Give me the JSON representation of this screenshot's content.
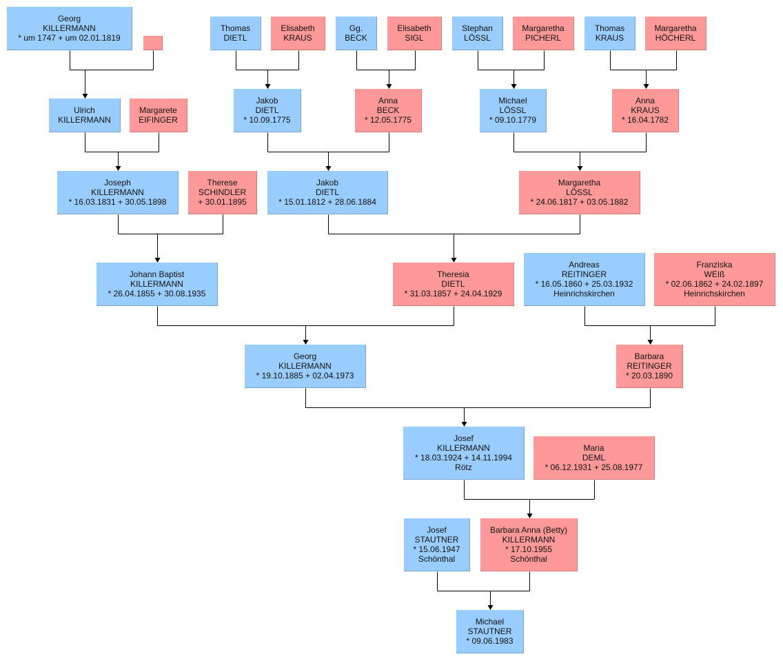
{
  "colors": {
    "male": "#99ccff",
    "female": "#ff9999",
    "line": "#000000"
  },
  "people": {
    "georg_1747": {
      "gender": "male",
      "lines": [
        "Georg",
        "KILLERMANN",
        "* um 1747  + um 02.01.1819"
      ]
    },
    "unknown_wife": {
      "gender": "female",
      "lines": []
    },
    "thomas_dietl": {
      "gender": "male",
      "lines": [
        "Thomas",
        "DIETL"
      ]
    },
    "elisabeth_kraus": {
      "gender": "female",
      "lines": [
        "Elisabeth",
        "KRAUS"
      ]
    },
    "gg_beck": {
      "gender": "male",
      "lines": [
        "Gg.",
        "BECK"
      ]
    },
    "elisabeth_sigl": {
      "gender": "female",
      "lines": [
        "Elisabeth",
        "SIGL"
      ]
    },
    "stephan_loessl": {
      "gender": "male",
      "lines": [
        "Stephan",
        "LÖSSL"
      ]
    },
    "margaretha_picherl": {
      "gender": "female",
      "lines": [
        "Margaretha",
        "PICHERL"
      ]
    },
    "thomas_kraus": {
      "gender": "male",
      "lines": [
        "Thomas",
        "KRAUS"
      ]
    },
    "margaretha_hoecherl": {
      "gender": "female",
      "lines": [
        "Margaretha",
        "HÖCHERL"
      ]
    },
    "ulrich_killermann": {
      "gender": "male",
      "lines": [
        "Ulrich",
        "KILLERMANN"
      ]
    },
    "margarete_eifinger": {
      "gender": "female",
      "lines": [
        "Margarete",
        "EIFINGER"
      ]
    },
    "jakob_dietl_1775": {
      "gender": "male",
      "lines": [
        "Jakob",
        "DIETL",
        "* 10.09.1775"
      ]
    },
    "anna_beck": {
      "gender": "female",
      "lines": [
        "Anna",
        "BECK",
        "* 12.05.1775"
      ]
    },
    "michael_loessl": {
      "gender": "male",
      "lines": [
        "Michael",
        "LÖSSL",
        "* 09.10.1779"
      ]
    },
    "anna_kraus": {
      "gender": "female",
      "lines": [
        "Anna",
        "KRAUS",
        "* 16.04.1782"
      ]
    },
    "joseph_killermann": {
      "gender": "male",
      "lines": [
        "Joseph",
        "KILLERMANN",
        "* 16.03.1831  + 30.05.1898"
      ]
    },
    "therese_schindler": {
      "gender": "female",
      "lines": [
        "Therese",
        "SCHINDLER",
        "+ 30.01.1895"
      ]
    },
    "jakob_dietl_1812": {
      "gender": "male",
      "lines": [
        "Jakob",
        "DIETL",
        "* 15.01.1812  + 28.06.1884"
      ]
    },
    "margaretha_loessl": {
      "gender": "female",
      "lines": [
        "Margaretha",
        "LÖSSL",
        "* 24.06.1817  + 03.05.1882"
      ]
    },
    "johann_baptist": {
      "gender": "male",
      "lines": [
        "Johann Baptist",
        "KILLERMANN",
        "* 26.04.1855  + 30.08.1935"
      ]
    },
    "theresia_dietl": {
      "gender": "female",
      "lines": [
        "Theresia",
        "DIETL",
        "* 31.03.1857  + 24.04.1929"
      ]
    },
    "andreas_reitinger": {
      "gender": "male",
      "lines": [
        "Andreas",
        "REITINGER",
        "* 16.05.1860  + 25.03.1932",
        "Heinrichskirchen"
      ]
    },
    "franziska_weiss": {
      "gender": "female",
      "lines": [
        "Franziska",
        "WEIß",
        "* 02.06.1862  + 24.02.1897",
        "Heinrichskirchen"
      ]
    },
    "georg_1885": {
      "gender": "male",
      "lines": [
        "Georg",
        "KILLERMANN",
        "* 19.10.1885  + 02.04.1973"
      ]
    },
    "barbara_reitinger": {
      "gender": "female",
      "lines": [
        "Barbara",
        "REITINGER",
        "* 20.03.1890"
      ]
    },
    "josef_killermann": {
      "gender": "male",
      "lines": [
        "Josef",
        "KILLERMANN",
        "* 18.03.1924  + 14.11.1994",
        "Rötz"
      ]
    },
    "maria_deml": {
      "gender": "female",
      "lines": [
        "Maria",
        "DEML",
        "* 06.12.1931  + 25.08.1977"
      ]
    },
    "josef_stautner": {
      "gender": "male",
      "lines": [
        "Josef",
        "STAUTNER",
        "* 15.06.1947",
        "Schönthal"
      ]
    },
    "barbara_anna": {
      "gender": "female",
      "lines": [
        "Barbara Anna (Betty)",
        "KILLERMANN",
        "* 17.10.1955",
        "Schönthal"
      ]
    },
    "michael_stautner": {
      "gender": "male",
      "lines": [
        "Michael",
        "STAUTNER",
        "* 09.06.1983"
      ]
    }
  },
  "families": [
    {
      "father": "georg_1747",
      "mother": "unknown_wife",
      "child": "ulrich_killermann"
    },
    {
      "father": "thomas_dietl",
      "mother": "elisabeth_kraus",
      "child": "jakob_dietl_1775"
    },
    {
      "father": "gg_beck",
      "mother": "elisabeth_sigl",
      "child": "anna_beck"
    },
    {
      "father": "stephan_loessl",
      "mother": "margaretha_picherl",
      "child": "michael_loessl"
    },
    {
      "father": "thomas_kraus",
      "mother": "margaretha_hoecherl",
      "child": "anna_kraus"
    },
    {
      "father": "ulrich_killermann",
      "mother": "margarete_eifinger",
      "child": "joseph_killermann"
    },
    {
      "father": "jakob_dietl_1775",
      "mother": "anna_beck",
      "child": "jakob_dietl_1812"
    },
    {
      "father": "michael_loessl",
      "mother": "anna_kraus",
      "child": "margaretha_loessl"
    },
    {
      "father": "joseph_killermann",
      "mother": "therese_schindler",
      "child": "johann_baptist"
    },
    {
      "father": "jakob_dietl_1812",
      "mother": "margaretha_loessl",
      "child": "theresia_dietl"
    },
    {
      "father": "johann_baptist",
      "mother": "theresia_dietl",
      "child": "georg_1885"
    },
    {
      "father": "andreas_reitinger",
      "mother": "franziska_weiss",
      "child": "barbara_reitinger"
    },
    {
      "father": "georg_1885",
      "mother": "barbara_reitinger",
      "child": "josef_killermann"
    },
    {
      "father": "josef_killermann",
      "mother": "maria_deml",
      "child": "barbara_anna"
    },
    {
      "father": "josef_stautner",
      "mother": "barbara_anna",
      "child": "michael_stautner"
    }
  ]
}
